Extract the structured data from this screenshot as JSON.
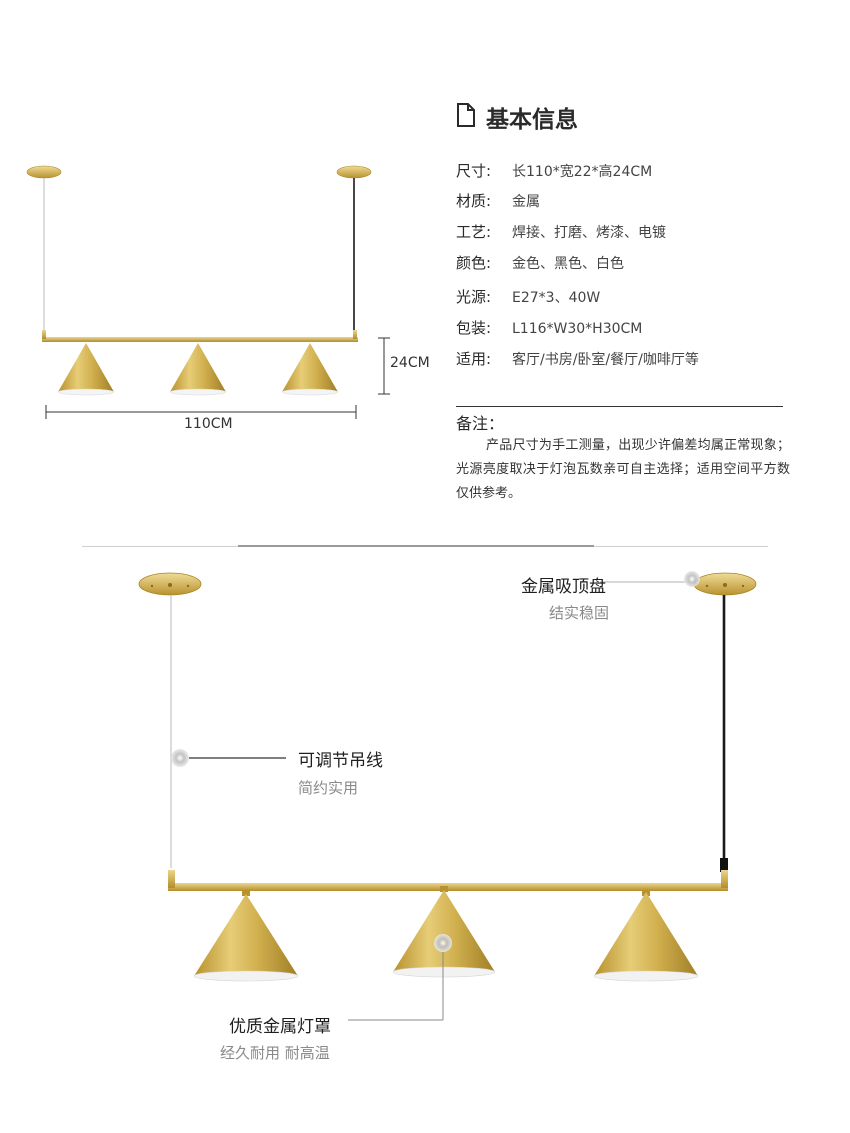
{
  "info": {
    "title": "基本信息",
    "icon": "document-icon",
    "specs": [
      {
        "label": "尺寸:",
        "value": "长110*宽22*高24CM"
      },
      {
        "label": "材质:",
        "value": "金属"
      },
      {
        "label": "工艺:",
        "value": "焊接、打磨、烤漆、电镀"
      },
      {
        "label": "颜色:",
        "value": "金色、黑色、白色"
      },
      {
        "label": "光源:",
        "value": "E27*3、40W"
      },
      {
        "label": "包装:",
        "value": "L116*W30*H30CM"
      },
      {
        "label": "适用:",
        "value": "客厅/书房/卧室/餐厅/咖啡厅等"
      }
    ],
    "note_title": "备注：",
    "note_body": "产品尺寸为手工测量，出现少许偏差均属正常现象；光源亮度取决于灯泡瓦数亲可自主选择；适用空间平方数仅供参考。"
  },
  "dimensions": {
    "height": "24CM",
    "length": "110CM"
  },
  "callouts": {
    "canopy": {
      "title": "金属吸顶盘",
      "sub": "结实稳固"
    },
    "wire": {
      "title": "可调节吊线",
      "sub": "简约实用"
    },
    "shade": {
      "title": "优质金属灯罩",
      "sub": "经久耐用 耐高温"
    }
  },
  "colors": {
    "gold": "#c9a53c",
    "gold_light": "#e3c76a",
    "gold_dark": "#9a7a22",
    "cord_black": "#1a1a1a",
    "text": "#333333",
    "sub_text": "#8a8a8a"
  }
}
